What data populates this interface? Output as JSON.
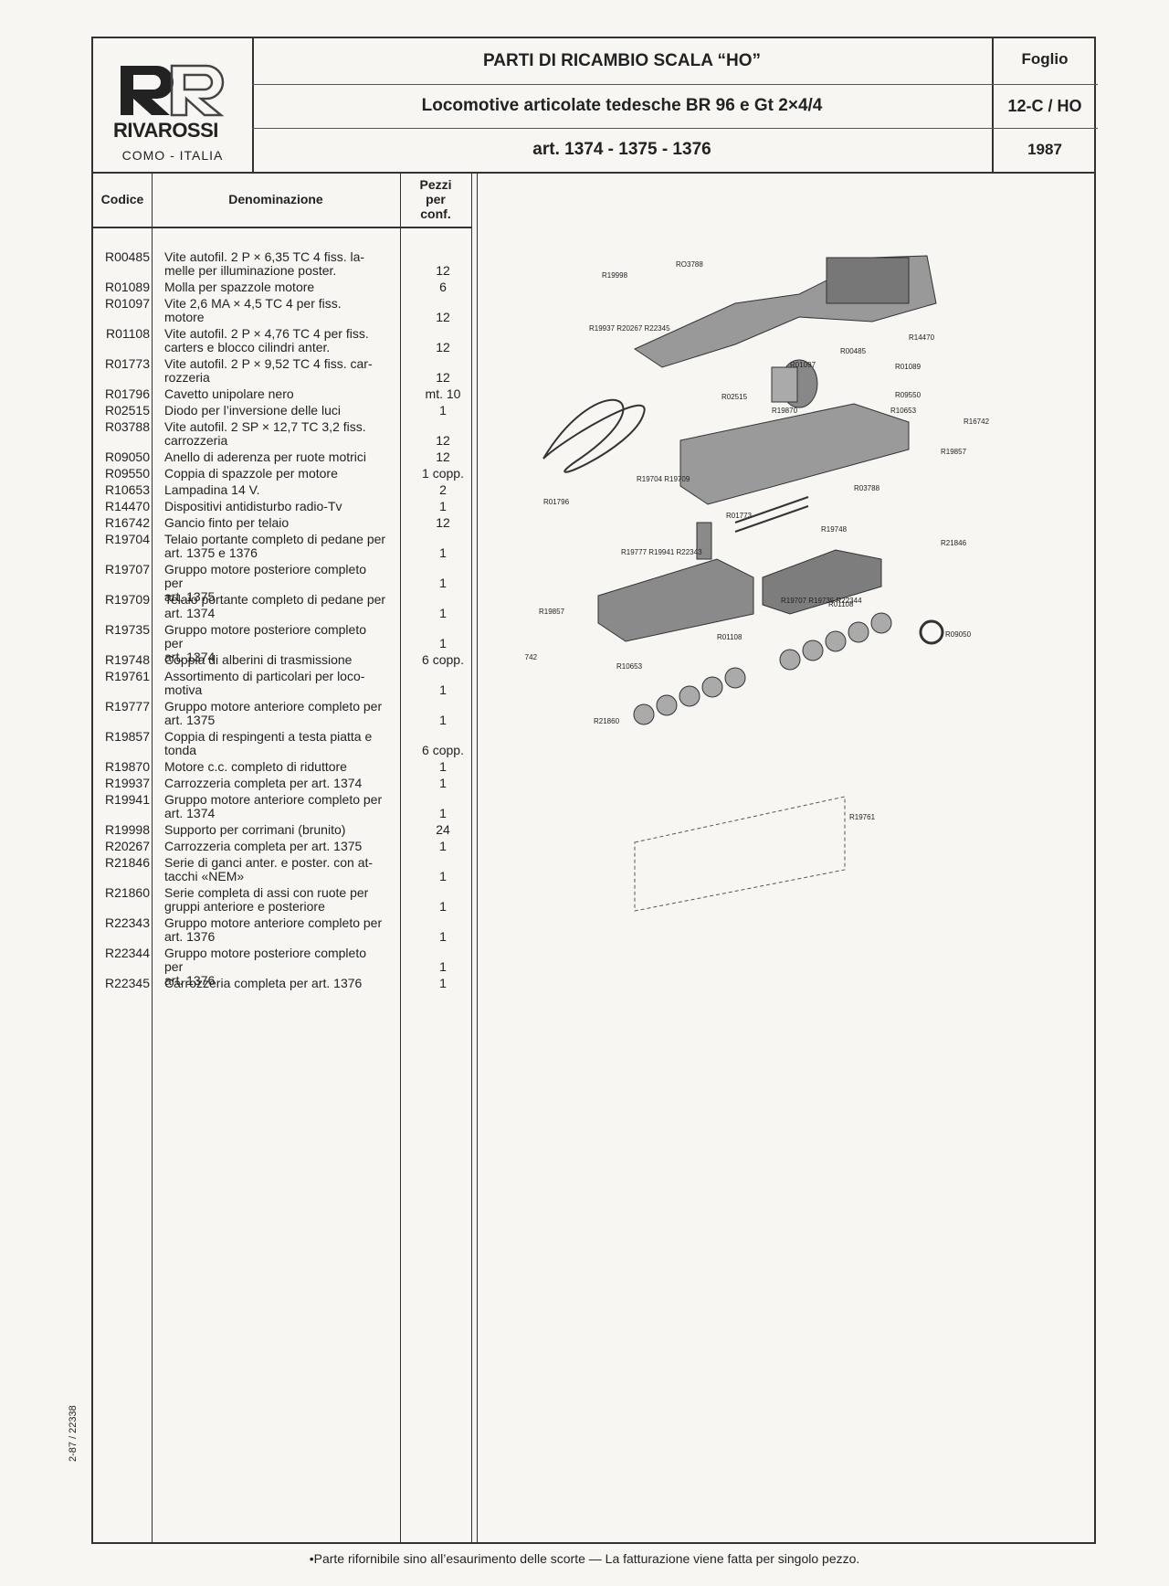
{
  "header": {
    "brand": "RIVAROSSI",
    "location": "COMO - ITALIA",
    "title": "PARTI DI RICAMBIO SCALA “HO”",
    "subtitle": "Locomotive articolate tedesche BR 96 e Gt 2×4/4",
    "articles": "art. 1374 - 1375 - 1376",
    "sheet_label": "Foglio",
    "sheet_number": "12-C / HO",
    "year": "1987"
  },
  "table": {
    "headers": {
      "code": "Codice",
      "name": "Denominazione",
      "qty": "Pezzi per conf."
    },
    "rows": [
      {
        "code": "R00485",
        "desc": [
          "Vite autofil. 2 P × 6,35 TC 4 fiss. la-",
          "melle per illuminazione poster."
        ],
        "qty": "12"
      },
      {
        "code": "R01089",
        "desc": [
          "Molla per spazzole motore"
        ],
        "qty": "6"
      },
      {
        "code": "R01097",
        "desc": [
          "Vite 2,6 MA × 4,5 TC 4 per fiss.",
          "motore"
        ],
        "qty": "12"
      },
      {
        "code": "R01108",
        "desc": [
          "Vite autofil. 2 P × 4,76 TC 4 per fiss.",
          "carters e blocco cilindri anter."
        ],
        "qty": "12"
      },
      {
        "code": "R01773",
        "desc": [
          "Vite autofil. 2 P × 9,52 TC 4 fiss. car-",
          "rozzeria"
        ],
        "qty": "12"
      },
      {
        "code": "R01796",
        "desc": [
          "Cavetto unipolare nero"
        ],
        "qty": "mt. 10"
      },
      {
        "code": "R02515",
        "desc": [
          "Diodo per l’inversione delle luci"
        ],
        "qty": "1"
      },
      {
        "code": "R03788",
        "desc": [
          "Vite autofil. 2 SP × 12,7 TC 3,2 fiss.",
          "carrozzeria"
        ],
        "qty": "12"
      },
      {
        "code": "R09050",
        "desc": [
          "Anello di aderenza per ruote motrici"
        ],
        "qty": "12"
      },
      {
        "code": "R09550",
        "desc": [
          "Coppia di spazzole per motore"
        ],
        "qty": "1 copp."
      },
      {
        "code": "R10653",
        "desc": [
          "Lampadina 14 V."
        ],
        "qty": "2"
      },
      {
        "code": "R14470",
        "desc": [
          "Dispositivi antidisturbo radio-Tv"
        ],
        "qty": "1"
      },
      {
        "code": "R16742",
        "desc": [
          "Gancio finto per telaio"
        ],
        "qty": "12"
      },
      {
        "code": "R19704",
        "desc": [
          "Telaio portante completo di pedane per",
          "art. 1375 e 1376"
        ],
        "qty": "1"
      },
      {
        "code": "R19707",
        "desc": [
          "Gruppo motore posteriore completo per",
          "art. 1375"
        ],
        "qty": "1"
      },
      {
        "code": "R19709",
        "desc": [
          "Telaio portante completo di pedane per",
          "art. 1374"
        ],
        "qty": "1"
      },
      {
        "code": "R19735",
        "desc": [
          "Gruppo motore posteriore completo per",
          "art. 1374"
        ],
        "qty": "1"
      },
      {
        "code": "R19748",
        "desc": [
          "Coppia di alberini di trasmissione"
        ],
        "qty": "6 copp."
      },
      {
        "code": "R19761",
        "desc": [
          "Assortimento di particolari per loco-",
          "motiva"
        ],
        "qty": "1"
      },
      {
        "code": "R19777",
        "desc": [
          "Gruppo motore anteriore completo per",
          "art. 1375"
        ],
        "qty": "1"
      },
      {
        "code": "R19857",
        "desc": [
          "Coppia di respingenti a testa piatta e",
          "tonda"
        ],
        "qty": "6 copp."
      },
      {
        "code": "R19870",
        "desc": [
          "Motore c.c. completo di riduttore"
        ],
        "qty": "1"
      },
      {
        "code": "R19937",
        "desc": [
          "Carrozzeria completa per art. 1374"
        ],
        "qty": "1"
      },
      {
        "code": "R19941",
        "desc": [
          "Gruppo motore anteriore completo per",
          "art. 1374"
        ],
        "qty": "1"
      },
      {
        "code": "R19998",
        "desc": [
          "Supporto per corrimani (brunito)"
        ],
        "qty": "24"
      },
      {
        "code": "R20267",
        "desc": [
          "Carrozzeria completa per art. 1375"
        ],
        "qty": "1"
      },
      {
        "code": "R21846",
        "desc": [
          "Serie di ganci anter. e poster. con at-",
          "tacchi «NEM»"
        ],
        "qty": "1"
      },
      {
        "code": "R21860",
        "desc": [
          "Serie completa di assi con ruote per",
          "gruppi anteriore e posteriore"
        ],
        "qty": "1"
      },
      {
        "code": "R22343",
        "desc": [
          "Gruppo motore anteriore completo per",
          "art. 1376"
        ],
        "qty": "1"
      },
      {
        "code": "R22344",
        "desc": [
          "Gruppo motore posteriore completo per",
          "art. 1376"
        ],
        "qty": "1"
      },
      {
        "code": "R22345",
        "desc": [
          "Carrozzeria completa per art. 1376"
        ],
        "qty": "1"
      }
    ]
  },
  "diagram_labels": {
    "l_r19998": "R19998",
    "l_r03788a": "RO3788",
    "l_body_group": "R19937 R20267 R22345",
    "l_r14470": "R14470",
    "l_r00485": "R00485",
    "l_r01097": "R01097",
    "l_r01089": "R01089",
    "l_r09550": "R09550",
    "l_r02515": "R02515",
    "l_r19870": "R19870",
    "l_r10653a": "R10653",
    "l_r16742a": "R16742",
    "l_r19857a": "R19857",
    "l_frame_group": "R19704 R19709",
    "l_r03788b": "R03788",
    "l_r01796": "R01796",
    "l_r01773": "R01773",
    "l_r19748": "R19748",
    "l_r21846": "R21846",
    "l_front_group": "R19777 R19941 R22343",
    "l_rear_group": "R19707 R19735 R22344",
    "l_r01108a": "R01108",
    "l_r19857b": "R19857",
    "l_r01108b": "R01108",
    "l_r09050": "R09050",
    "l_r16742b": "R16742",
    "l_r10653b": "R10653",
    "l_r21860": "R21860",
    "l_r19761": "R19761"
  },
  "side_code": "2-87 / 22338",
  "footer": "•Parte rifornibile sino all’esaurimento delle scorte — La fatturazione viene fatta per singolo pezzo."
}
